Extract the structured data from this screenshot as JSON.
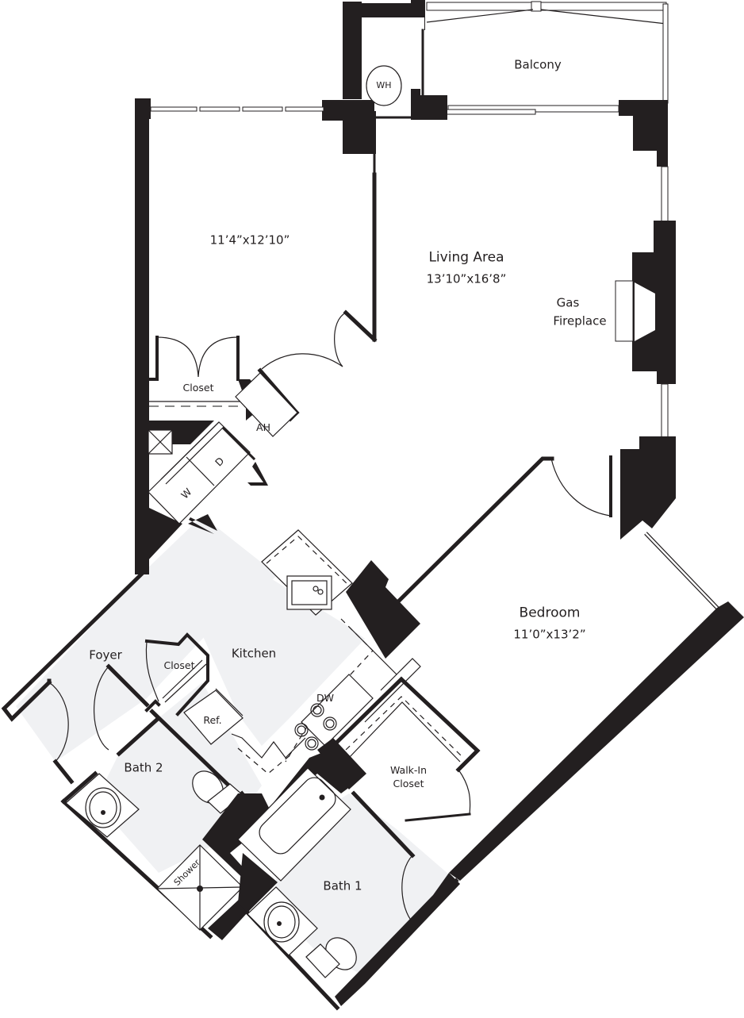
{
  "plan": {
    "title": "Apartment floor plan",
    "background": "#ffffff",
    "wall_color": "#231f20",
    "floor_tint": "#f0f1f3",
    "rooms": {
      "balcony": {
        "name": "Balcony"
      },
      "living": {
        "name": "Living Area",
        "size": "13’10”x16’8”"
      },
      "den": {
        "size": "11’4”x12’10”"
      },
      "bedroom": {
        "name": "Bedroom",
        "size": "11’0”x13’2”"
      },
      "kitchen": {
        "name": "Kitchen"
      },
      "foyer": {
        "name": "Foyer"
      },
      "bath1": {
        "name": "Bath 1"
      },
      "bath2": {
        "name": "Bath 2"
      },
      "walkin": {
        "line1": "Walk-In",
        "line2": "Closet"
      },
      "den_closet": {
        "name": "Closet"
      },
      "foyer_closet": {
        "name": "Closet"
      }
    },
    "fixtures": {
      "water_heater": "WH",
      "fireplace": {
        "line1": "Gas",
        "line2": "Fireplace"
      },
      "air_handler": "AH",
      "washer": "W",
      "dryer": "D",
      "refrigerator": "Ref.",
      "dishwasher": "DW",
      "shower": "Shower"
    }
  }
}
